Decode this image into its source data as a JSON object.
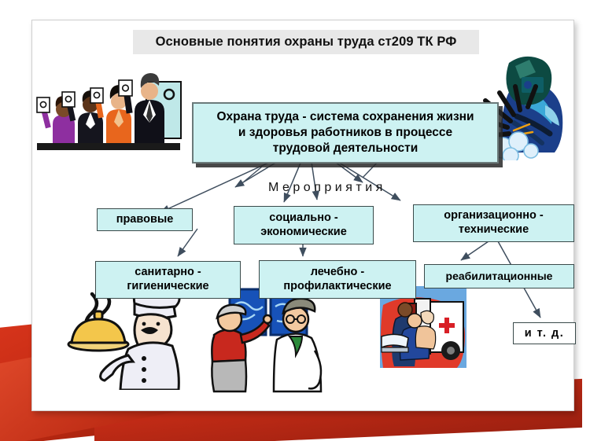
{
  "slide": {
    "title": "Основные понятия охраны труда ст209 ТК РФ",
    "definition": "Охрана труда - система сохранения жизни и здоровья работников в процессе трудовой деятельности",
    "definition_lines": [
      "Охрана труда - система сохранения жизни",
      "и здоровья работников в процессе",
      "трудовой деятельности"
    ],
    "group_label": "Мероприятия"
  },
  "boxes": [
    {
      "id": "pravovye",
      "label": "правовые",
      "lines": [
        "правовые"
      ],
      "fill": "#cdf2f2"
    },
    {
      "id": "socio",
      "label": "социально - экономические",
      "lines": [
        "социально -",
        "экономические"
      ],
      "fill": "#cdf2f2"
    },
    {
      "id": "orgtech",
      "label": "организационно - технические",
      "lines": [
        "организационно -",
        "технические"
      ],
      "fill": "#cdf2f2"
    },
    {
      "id": "sanit",
      "label": "санитарно - гигиенические",
      "lines": [
        "санитарно -",
        "гигиенические"
      ],
      "fill": "#cdf2f2"
    },
    {
      "id": "lech",
      "label": "лечебно - профилактические",
      "lines": [
        "лечебно -",
        "профилактические"
      ],
      "fill": "#cdf2f2"
    },
    {
      "id": "reabil",
      "label": "реабилитационные",
      "lines": [
        "реабилитационные"
      ],
      "fill": "#cdf2f2"
    },
    {
      "id": "itd",
      "label": "и т. д.",
      "lines": [
        "и т. д."
      ],
      "fill": "#ffffff"
    }
  ],
  "illustrations": [
    {
      "id": "voting-people",
      "name": "group-of-people-raising-cards-illustration"
    },
    {
      "id": "welder",
      "name": "welder-with-mask-and-sparks-illustration"
    },
    {
      "id": "chef",
      "name": "chef-with-covered-dish-illustration"
    },
    {
      "id": "doctor-patient",
      "name": "doctor-and-patient-with-xray-illustration"
    },
    {
      "id": "ambulance",
      "name": "ambulance-paramedics-stretcher-illustration"
    }
  ],
  "colors": {
    "box_fill": "#cdf2f2",
    "box_border": "#3a4a4a",
    "title_band": "#e8e8e8",
    "card": "#ffffff",
    "accent_red": "#c22a12",
    "arrow": "#3f4e5e"
  }
}
